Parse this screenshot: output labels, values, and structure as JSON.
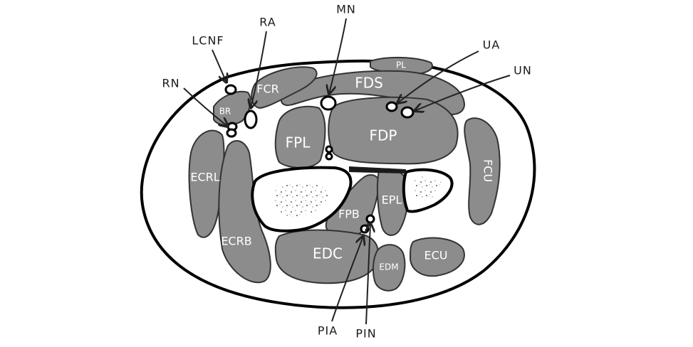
{
  "diagram": {
    "labels": {
      "mn": "MN",
      "ra": "RA",
      "lcnf": "LCNF",
      "ua": "UA",
      "un": "UN",
      "rn": "RN",
      "pia": "PIA",
      "pin": "PIN"
    },
    "muscles": {
      "pl": "PL",
      "fds": "FDS",
      "fcr": "FCR",
      "br": "BR",
      "fpl": "FPL",
      "fdp": "FDP",
      "fcu": "FCU",
      "ecrl": "ECRL",
      "ecrb": "ECRB",
      "fpb": "FPB",
      "epl": "EPL",
      "edc": "EDC",
      "edm": "EDM",
      "ecu": "ECU"
    }
  }
}
